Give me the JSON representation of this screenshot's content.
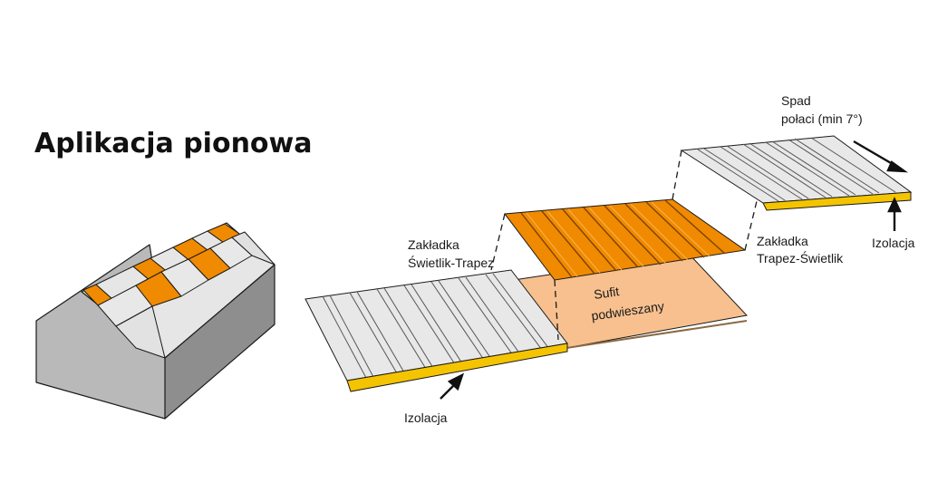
{
  "title": "Aplikacja pionowa",
  "labels": {
    "overlap_skylight_trapez_line1": "Zakładka",
    "overlap_skylight_trapez_line2": "Świetlik-Trapez",
    "overlap_trapez_skylight_line1": "Zakładka",
    "overlap_trapez_skylight_line2": "Trapez-Świetlik",
    "ceiling_line1": "Sufit",
    "ceiling_line2": "podwieszany",
    "slope_line1": "Spad",
    "slope_line2": "połaci (min 7°)",
    "insulation_left": "Izolacja",
    "insulation_right": "Izolacja"
  },
  "colors": {
    "orange": "#f08a00",
    "skylight": "#e6e6e6",
    "ceiling": "#f7c08e",
    "insulation": "#f5c400",
    "wall": "#8e8e8e",
    "outline": "#1a1a1a"
  }
}
